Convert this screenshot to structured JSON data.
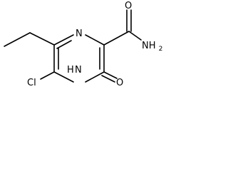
{
  "structure": {
    "atoms": {
      "nitrogen_top": "N",
      "nitrogen_bottom": "N",
      "hydrogen_on_nitrogen": "H",
      "chlorine": "Cl",
      "ketone_oxygen": "O",
      "amide_oxygen": "O",
      "amide_nitrogen": "NH",
      "amide_hydrogen_subscript": "2"
    },
    "colors": {
      "bond": "#000000",
      "label": "#000000",
      "background": "#ffffff"
    }
  }
}
